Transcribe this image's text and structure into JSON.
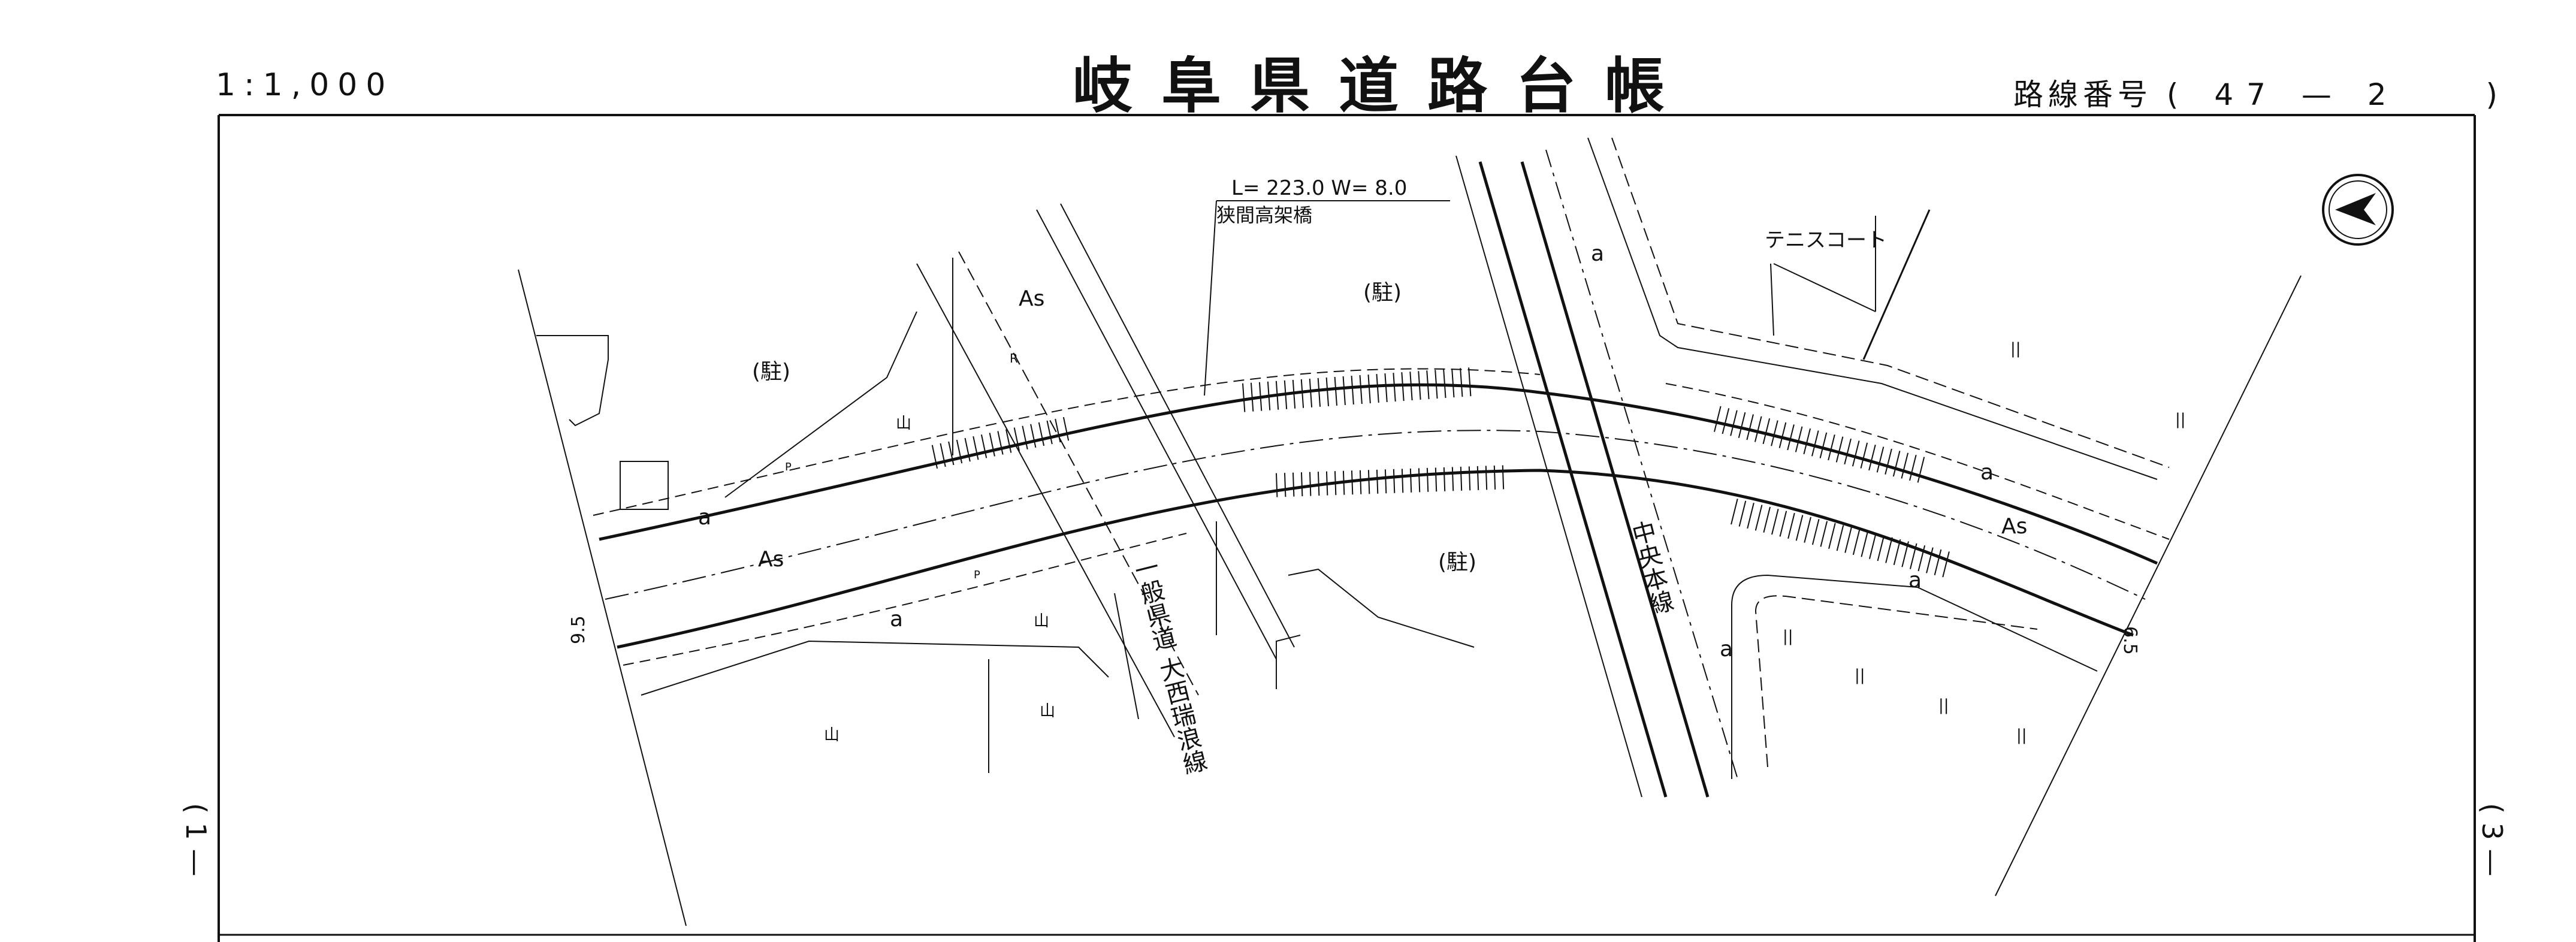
{
  "header": {
    "scale": "1:1,000",
    "title": "岐阜県道路台帳",
    "route_label": "路線番号",
    "route_number": "47 — 2",
    "open_paren": "(",
    "close_paren": ")"
  },
  "margins": {
    "left_sheet": "( 1 —",
    "right_sheet": "( 3 —"
  },
  "map": {
    "bridge_spec": "L= 223.0  W= 8.0",
    "bridge_name": "狭間高架橋",
    "tennis_court": "テニスコート",
    "parking": "(駐)",
    "cross_road": "一般県道 大西瑞浪線",
    "rail_line": "中央本線",
    "surface_as": "As",
    "ground_a": "a",
    "width_left": "9.5",
    "width_right": "6.5",
    "mark_p": "P",
    "mark_r": "R",
    "forest_mark": "山",
    "field_mark": "||",
    "north_arrow": "north-arrow-icon"
  }
}
